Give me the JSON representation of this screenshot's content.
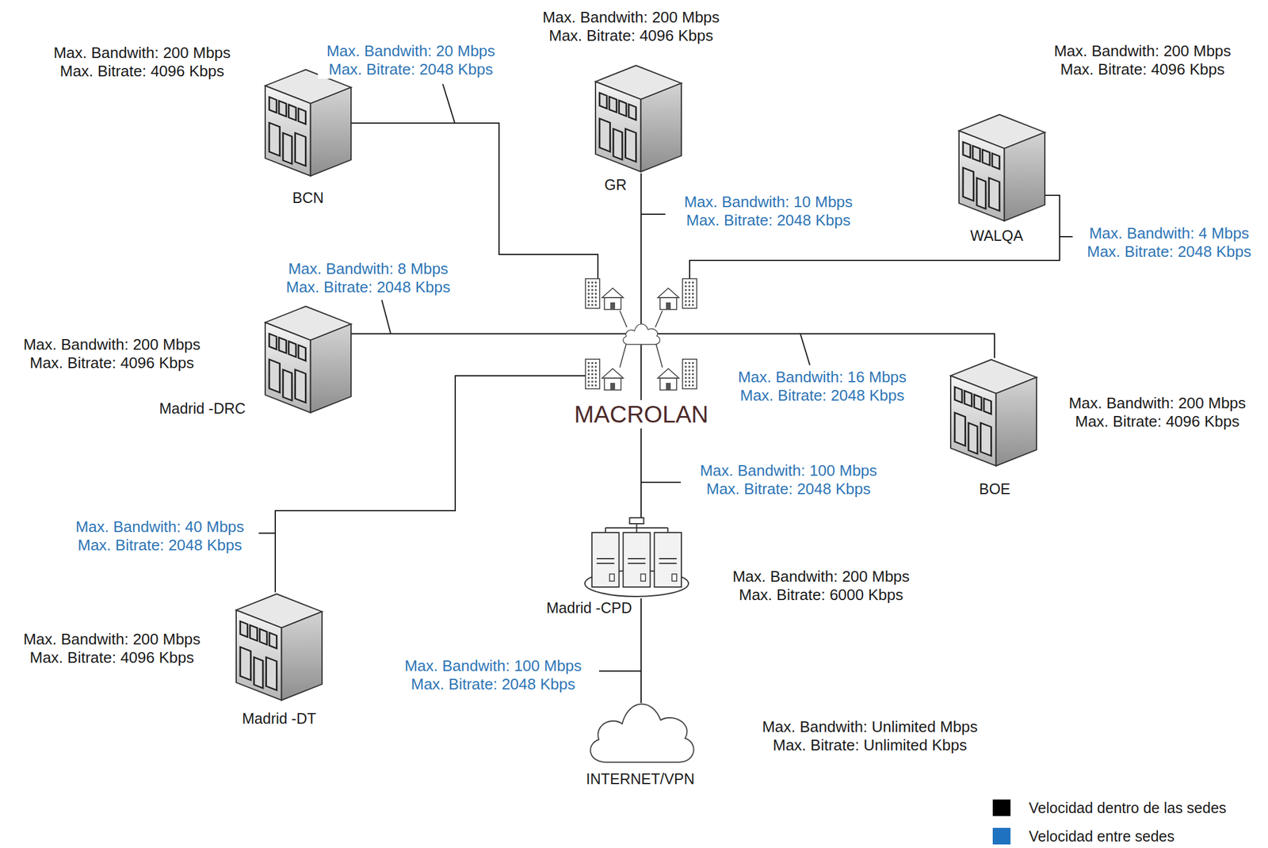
{
  "diagram": {
    "nodes": [
      {
        "text": [
          "Max. Bandwith: 200 Mbps Max. Bitrate: 4096 Kbps",
          "BCN"
        ]
      },
      {
        "text": [
          "Max. Bandwith: 200 Mbps Max. Bitrate: 4096 Kbps",
          "GR"
        ]
      },
      {
        "text": [
          "Max. Bandwith: 200 Mbps Max. Bitrate: 4096 Kbps",
          "WALQA"
        ]
      },
      {
        "text": [
          "Max. Bandwith: 200 Mbps Max. Bitrate: 4096 Kbps",
          "Madrid -DRC"
        ]
      },
      {
        "text": [
          "MACROLAN"
        ]
      },
      {
        "text": [
          "Max. Bandwith: 200 Mbps Max. Bitrate: 4096 Kbps",
          "BOE"
        ]
      },
      {
        "text": [
          "Max. Bandwith: 200 Mbps Max. Bitrate: 6000 Kbps",
          "Madrid -CPD"
        ]
      },
      {
        "text": [
          "Max. Bandwith: 200 Mbps Max. Bitrate: 4096 Kbps",
          "Madrid -DT"
        ]
      },
      {
        "text": [
          "Max. Bandwith: Unlimited Mbps Max. Bitrate: Unlimited Kbps",
          "INTERNET/VPN"
        ]
      }
    ],
    "edges": [
      {
        "from": 0,
        "to": 4,
        "arrow": "none",
        "label": "Max. Bandwith: 20 Mbps Max. Bitrate: 2048 Kbps"
      },
      {
        "from": 1,
        "to": 4,
        "arrow": "none",
        "label": "Max. Bandwith: 10 Mbps Max. Bitrate: 2048 Kbps"
      },
      {
        "from": 2,
        "to": 4,
        "arrow": "none",
        "label": "Max. Bandwith: 4 Mbps Max. Bitrate: 2048 Kbps"
      },
      {
        "from": 3,
        "to": 4,
        "arrow": "none",
        "label": "Max. Bandwith: 8 Mbps Max. Bitrate: 2048 Kbps"
      },
      {
        "from": 4,
        "to": 5,
        "arrow": "none",
        "label": "Max. Bandwith: 16 Mbps Max. Bitrate: 2048 Kbps"
      },
      {
        "from": 7,
        "to": 4,
        "arrow": "none",
        "label": "Max. Bandwith: 40 Mbps Max. Bitrate: 2048 Kbps"
      },
      {
        "from": 4,
        "to": 6,
        "arrow": "none",
        "label": "Max. Bandwith: 100 Mbps Max. Bitrate: 2048 Kbps"
      },
      {
        "from": 6,
        "to": 8,
        "arrow": "none",
        "label": "Max. Bandwith: 100 Mbps Max. Bitrate: 2048 Kbps"
      }
    ],
    "legend": [
      {
        "text": "Velocidad dentro de las sedes",
        "color": "#000000"
      },
      {
        "text": "Velocidad entre sedes",
        "color": "#1f72bf"
      }
    ]
  }
}
